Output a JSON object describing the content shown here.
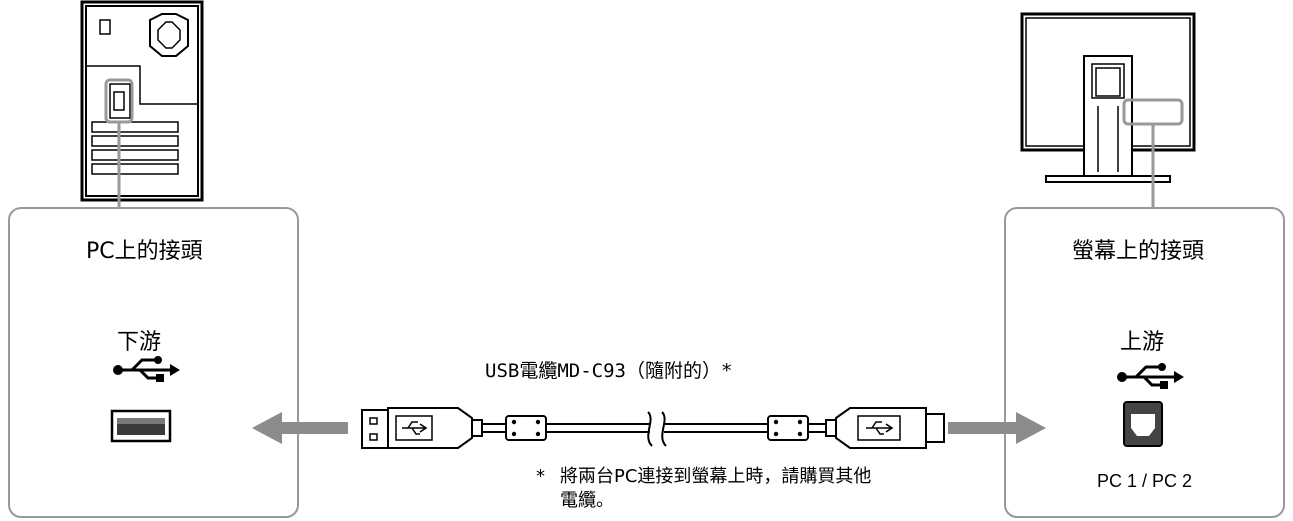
{
  "left_box": {
    "title": "PC上的接頭",
    "port_label": "下游"
  },
  "right_box": {
    "title": "螢幕上的接頭",
    "port_label": "上游",
    "port_caption": "PC 1 / PC 2"
  },
  "cable": {
    "label": "USB電纜MD-C93（隨附的）*"
  },
  "footnote": {
    "mark": "*",
    "line1": "將兩台PC連接到螢幕上時，請購買其他",
    "line2": "電纜。"
  },
  "icons": [
    "pc-tower-icon",
    "monitor-icon",
    "usb-icon",
    "usb-a-port-icon",
    "usb-b-port-icon",
    "usb-cable-icon",
    "arrow-left-icon",
    "arrow-right-icon"
  ],
  "colors": {
    "line": "#000000",
    "frame": "#888888",
    "arrow": "#8c8c8c",
    "port_fill": "#3a3a3a"
  }
}
